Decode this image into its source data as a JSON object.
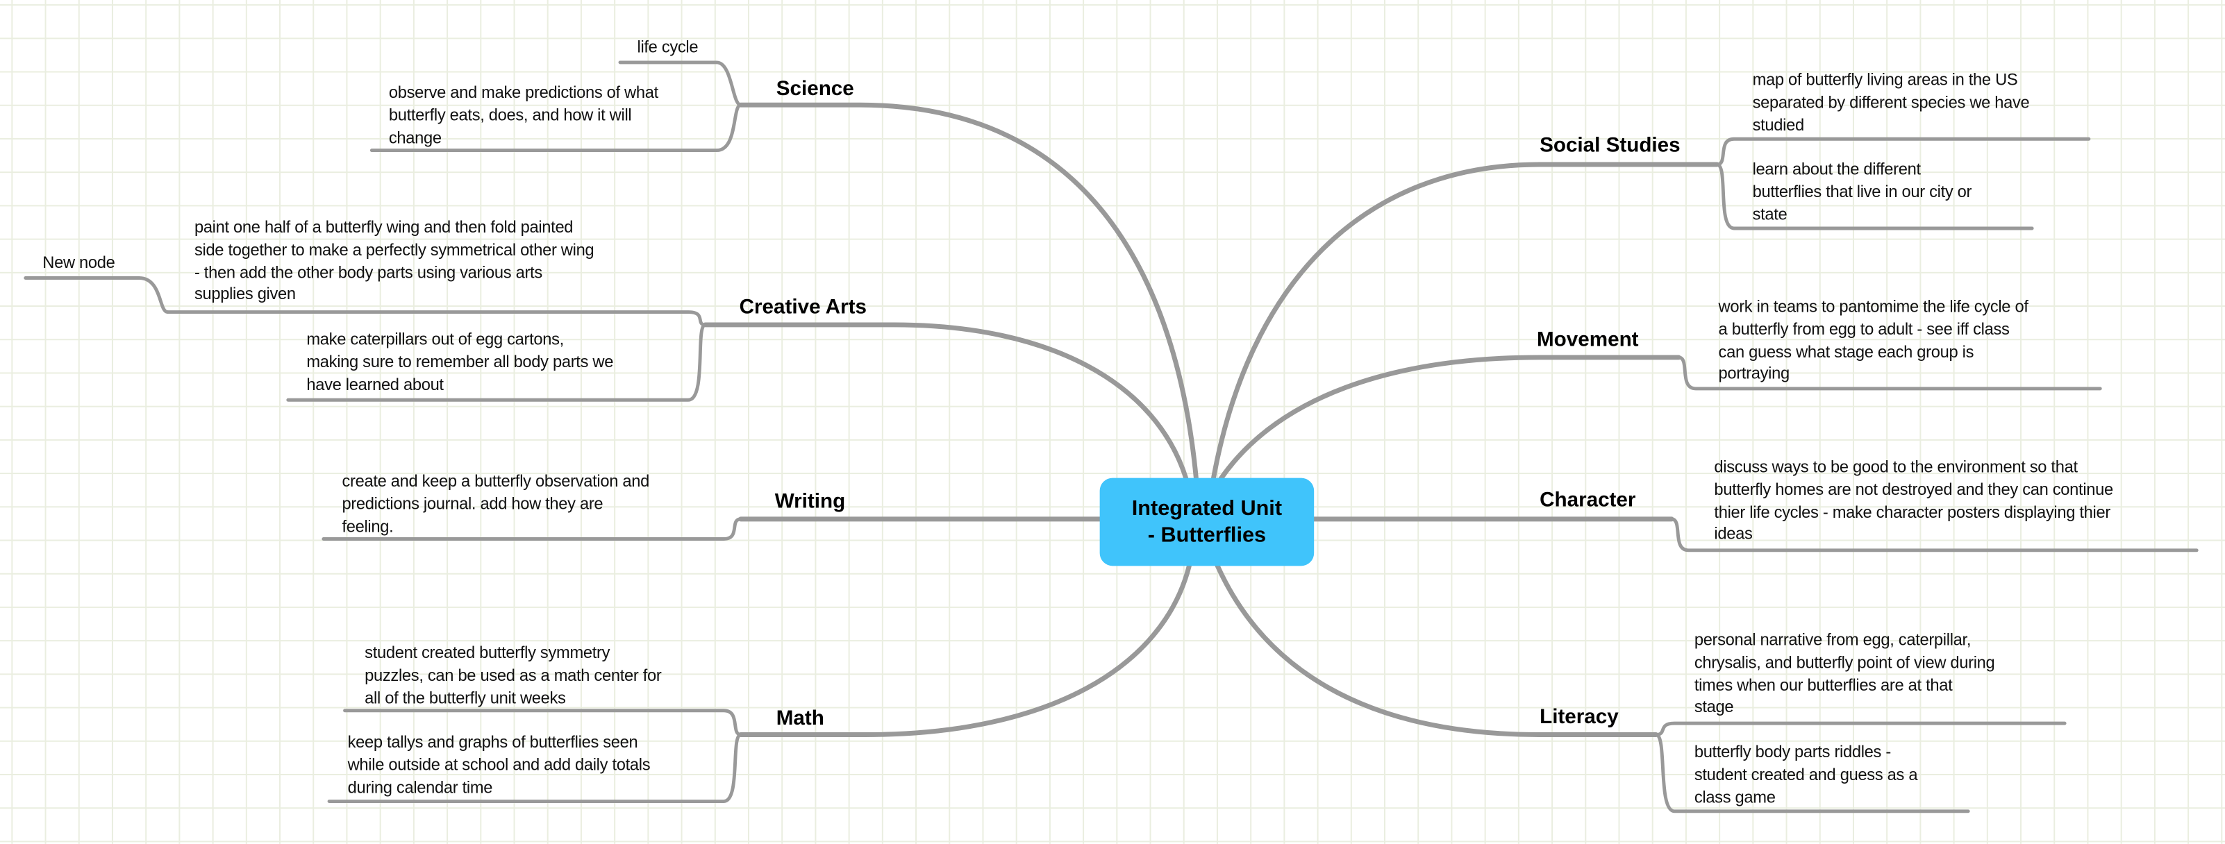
{
  "central": {
    "label": "Integrated Unit\n- Butterflies",
    "color": "#40c4fb"
  },
  "line_color": "#999999",
  "branches": {
    "science": {
      "label": "Science",
      "children": [
        "life cycle",
        "observe and make predictions of what\nbutterfly eats, does, and how it will\nchange"
      ]
    },
    "creative_arts": {
      "label": "Creative Arts",
      "children": [
        "paint one half of a butterfly wing and then fold painted\nside together to make a perfectly symmetrical other wing\n- then add the other body parts using various arts\nsupplies given",
        "make caterpillars out of egg cartons,\nmaking sure to remember all body parts we\nhave learned about"
      ],
      "grandchild": "New node"
    },
    "writing": {
      "label": "Writing",
      "children": [
        "create and keep a butterfly observation and\npredictions journal. add how they are\nfeeling."
      ]
    },
    "math": {
      "label": "Math",
      "children": [
        "student created butterfly symmetry\npuzzles, can be used as a math center for\nall of the butterfly unit weeks",
        "keep tallys and graphs of butterflies seen\nwhile outside at school and add daily totals\nduring calendar time"
      ]
    },
    "social_studies": {
      "label": "Social Studies",
      "children": [
        "map of butterfly living areas in the US\nseparated by different species we have\nstudied",
        "learn about the different\nbutterflies that live in our city or\nstate"
      ]
    },
    "movement": {
      "label": "Movement",
      "children": [
        "work in teams to pantomime the life cycle of\na butterfly from egg to adult - see iff class\ncan guess what stage each group is\nportraying"
      ]
    },
    "character": {
      "label": "Character",
      "children": [
        "discuss ways to be good to the environment so that\nbutterfly homes are not destroyed and they can continue\nthier life cycles - make character posters displaying thier\nideas"
      ]
    },
    "literacy": {
      "label": "Literacy",
      "children": [
        "personal narrative from egg, caterpillar,\nchrysalis, and butterfly point of view during\ntimes when our butterflies are at that\nstage",
        "butterfly body parts riddles -\nstudent created and guess as a\nclass game"
      ]
    }
  }
}
